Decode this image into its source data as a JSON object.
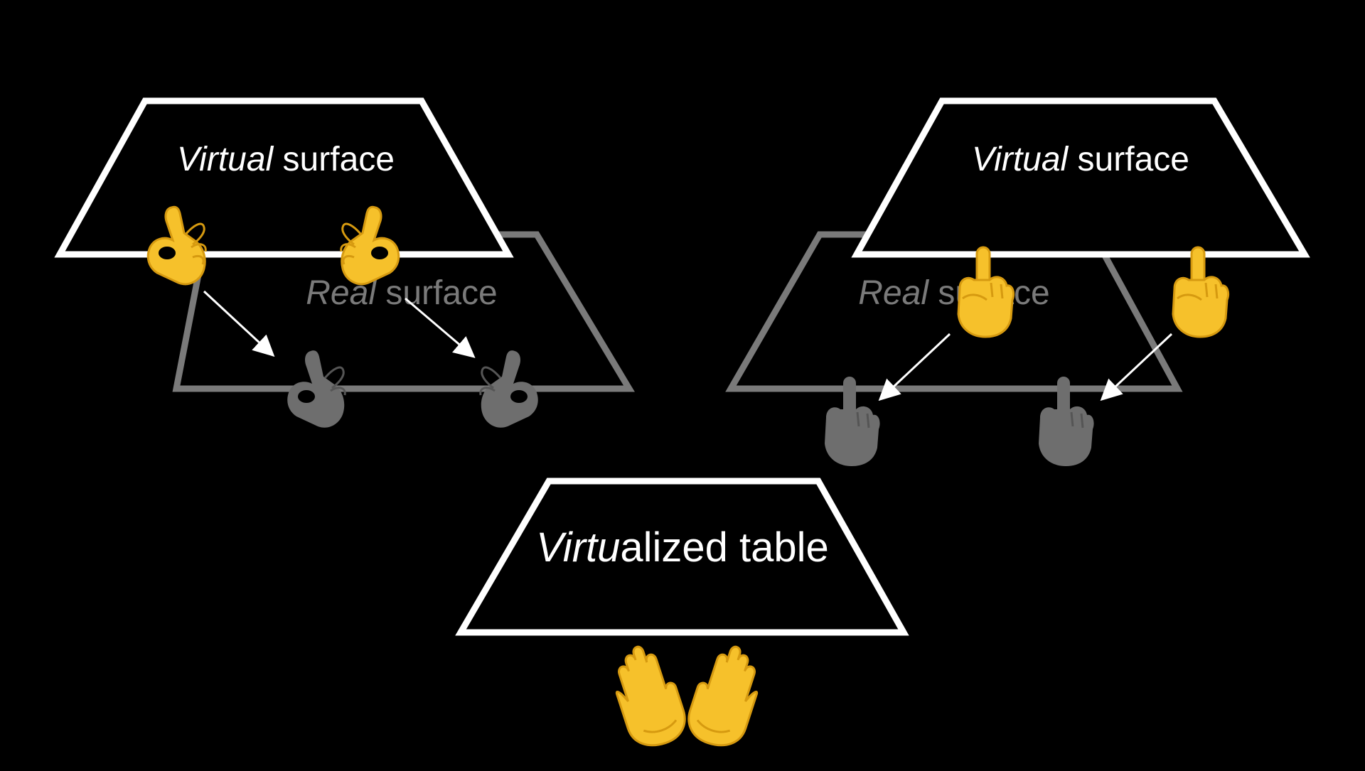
{
  "colors": {
    "background": "#000000",
    "virtual": "#ffffff",
    "real": "#7a7a7a",
    "ghost_hand": "#6e6e6e",
    "hand": "#f6c12b",
    "hand_outline": "#d69a10",
    "arrow": "#ffffff"
  },
  "left_panel": {
    "virtual": {
      "italic": "Virtual",
      "rest": " surface"
    },
    "real": {
      "italic": "Real",
      "rest": " surface"
    },
    "hands": [
      "ok-hand-icon",
      "ok-hand-icon"
    ],
    "ghost_hands": [
      "ok-hand-ghost-icon",
      "ok-hand-ghost-icon"
    ]
  },
  "right_panel": {
    "virtual": {
      "italic": "Virtual",
      "rest": " surface"
    },
    "real": {
      "italic": "Real",
      "rest": " surface"
    },
    "hands": [
      "pointing-up-hand-icon",
      "pointing-up-hand-icon"
    ],
    "ghost_hands": [
      "pointing-up-ghost-icon",
      "pointing-up-ghost-icon"
    ]
  },
  "bottom": {
    "table": {
      "italic": "Virtu",
      "rest": "alized table"
    },
    "hands": "raised-hands-icon"
  }
}
